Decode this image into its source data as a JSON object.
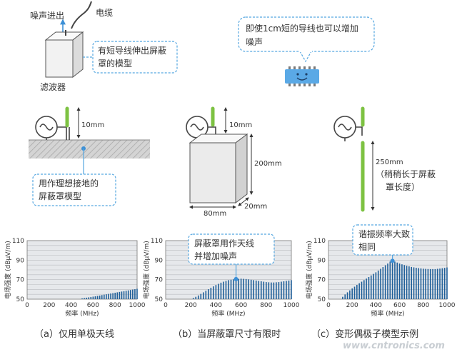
{
  "top": {
    "noise_out": "噪声进出",
    "cable": "电缆",
    "filter": "滤波器",
    "note_short_wire_1": "有短导线伸出屏蔽",
    "note_short_wire_2": "罩的模型",
    "note_1cm_1": "即使1cm短的导线也可以增加",
    "note_1cm_2": "噪声"
  },
  "models": {
    "a_len": "10mm",
    "a_note_1": "用作理想接地的",
    "a_note_2": "屏蔽罩模型",
    "b_len": "10mm",
    "b_height": "200mm",
    "b_width": "80mm",
    "b_depth": "20mm",
    "c_len_1": "250mm",
    "c_len_2": "（稍稍长于屏蔽",
    "c_len_3": "罩长度）"
  },
  "colors": {
    "bar": "#1f5f99",
    "wire_green": "#7dc242",
    "note_border": "#55a6e0",
    "plot_bg": "#e6e8eb",
    "grid": "#b9bcc0",
    "chip": "#5aa9e6"
  },
  "chart_data": [
    {
      "type": "bar",
      "ylabel": "电场强度 (dBμV/m)",
      "xlabel": "频率 (MHz)",
      "xlim": [
        0,
        1000
      ],
      "ylim": [
        50,
        110
      ],
      "xticks": [
        0,
        200,
        400,
        600,
        800,
        1000
      ],
      "yticks": [
        50,
        70,
        90,
        110
      ],
      "caption": "（a）仅用单极天线",
      "annotation": [],
      "points": [
        [
          480,
          50
        ],
        [
          500,
          50.8
        ],
        [
          550,
          51.7
        ],
        [
          600,
          52.6
        ],
        [
          650,
          53.5
        ],
        [
          700,
          54.6
        ],
        [
          750,
          55.6
        ],
        [
          800,
          56.6
        ],
        [
          850,
          57.6
        ],
        [
          900,
          58.6
        ],
        [
          950,
          59.6
        ],
        [
          1000,
          60.6
        ]
      ]
    },
    {
      "type": "bar",
      "ylabel": "电场强度 (dBμV/m)",
      "xlabel": "频率 (MHz)",
      "xlim": [
        0,
        1000
      ],
      "ylim": [
        50,
        110
      ],
      "xticks": [
        0,
        200,
        400,
        600,
        800,
        1000
      ],
      "yticks": [
        50,
        70,
        90,
        110
      ],
      "caption": "（b）当屏蔽罩尺寸有限时",
      "annotation": [
        "屏蔽罩用作天线",
        "并增加噪声"
      ],
      "points": [
        [
          200,
          50
        ],
        [
          250,
          53
        ],
        [
          300,
          57
        ],
        [
          350,
          61
        ],
        [
          400,
          64.5
        ],
        [
          450,
          67.5
        ],
        [
          500,
          69.5
        ],
        [
          550,
          70.5
        ],
        [
          600,
          71
        ],
        [
          650,
          70.5
        ],
        [
          700,
          69.5
        ],
        [
          750,
          68.5
        ],
        [
          800,
          67.5
        ],
        [
          850,
          67
        ],
        [
          900,
          67.5
        ],
        [
          950,
          68.5
        ],
        [
          1000,
          69.5
        ]
      ]
    },
    {
      "type": "bar",
      "ylabel": "电场强度 (dBμV/m)",
      "xlabel": "频率 (MHz)",
      "xlim": [
        0,
        1000
      ],
      "ylim": [
        50,
        110
      ],
      "xticks": [
        0,
        200,
        400,
        600,
        800,
        1000
      ],
      "yticks": [
        50,
        70,
        90,
        110
      ],
      "caption": "（c）变形偶极子模型示例",
      "annotation": [
        "谐振频率大致",
        "相同"
      ],
      "points": [
        [
          100,
          50
        ],
        [
          150,
          56
        ],
        [
          200,
          61
        ],
        [
          250,
          65.5
        ],
        [
          300,
          69.5
        ],
        [
          350,
          73.5
        ],
        [
          400,
          77.5
        ],
        [
          450,
          82
        ],
        [
          500,
          86.5
        ],
        [
          530,
          89.5
        ],
        [
          550,
          89
        ],
        [
          600,
          86.5
        ],
        [
          650,
          84.5
        ],
        [
          700,
          83
        ],
        [
          750,
          82
        ],
        [
          800,
          81.2
        ],
        [
          850,
          80.8
        ],
        [
          900,
          80.8
        ],
        [
          950,
          81.5
        ],
        [
          1000,
          82.5
        ]
      ]
    }
  ],
  "watermark": "www.cntronics.com"
}
